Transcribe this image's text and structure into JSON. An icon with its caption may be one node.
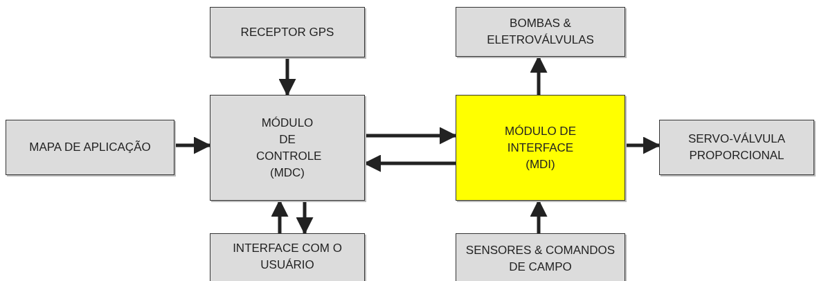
{
  "diagram": {
    "nodes": [
      {
        "text": [
          "RECEPTOR GPS"
        ]
      },
      {
        "text": [
          "MAPA DE APLICAÇÃO"
        ]
      },
      {
        "text": [
          "MÓDULO DE CONTROLE (MDC)"
        ]
      },
      {
        "text": [
          "INTERFACE COM O USUÁRIO"
        ]
      },
      {
        "text": [
          "BOMBAS & ELETROVÁLVULAS"
        ]
      },
      {
        "text": [
          "MÓDULO DE INTERFACE (MDI)"
        ]
      },
      {
        "text": [
          "SERVO-VÁLVULA PROPORCIONAL"
        ]
      },
      {
        "text": [
          "SENSORES & COMANDOS DE CAMPO"
        ]
      }
    ],
    "edges": [
      {
        "from": 0,
        "to": 2,
        "arrow": "to"
      },
      {
        "from": 1,
        "to": 2,
        "arrow": "to"
      },
      {
        "from": 2,
        "to": 5,
        "arrow": "to"
      },
      {
        "from": 5,
        "to": 2,
        "arrow": "to"
      },
      {
        "from": 3,
        "to": 2,
        "arrow": "to"
      },
      {
        "from": 2,
        "to": 3,
        "arrow": "to"
      },
      {
        "from": 5,
        "to": 4,
        "arrow": "to"
      },
      {
        "from": 5,
        "to": 6,
        "arrow": "to"
      },
      {
        "from": 7,
        "to": 5,
        "arrow": "to"
      }
    ]
  }
}
